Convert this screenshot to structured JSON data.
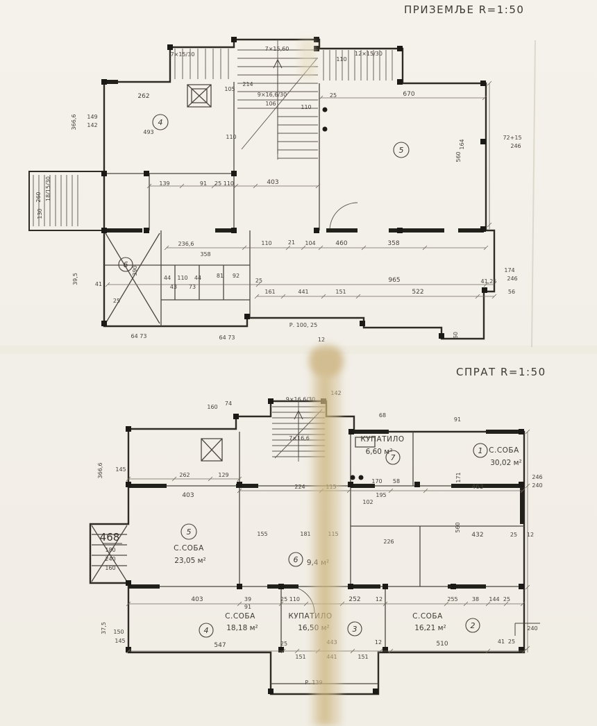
{
  "titles": {
    "ground": "ПРИЗЕМЉЕ  R=1:50",
    "upper": "СПРАТ  R=1:50"
  },
  "ground": {
    "rooms": [
      {
        "num": "4"
      },
      {
        "num": "5"
      },
      {
        "num": "6"
      }
    ],
    "dims": [
      "7×15/30",
      "7×15,60",
      "12×15/30",
      "110",
      "262",
      "105",
      "214",
      "9×16,6/30",
      "106",
      "110",
      "25",
      "670",
      "149",
      "142",
      "366,6",
      "493",
      "110",
      "164",
      "560",
      "72+15",
      "246",
      "139",
      "91",
      "25 110",
      "403",
      "18/15/30",
      "260",
      "130",
      "236,6",
      "358",
      "110",
      "21",
      "104",
      "460",
      "358",
      "174",
      "246",
      "390",
      "44",
      "110",
      "44",
      "81",
      "92",
      "43",
      "73",
      "25",
      "965",
      "41,25",
      "161",
      "441",
      "151",
      "522",
      "56",
      "64 73",
      "64 73",
      "Р. 100, 25",
      "12",
      "60",
      "39,5",
      "41",
      "25"
    ]
  },
  "upper": {
    "rooms": [
      {
        "num": "1",
        "label": "С.СОБА",
        "area": "30,02 м²"
      },
      {
        "num": "2",
        "label": "С.СОБА",
        "area": "16,21 м²"
      },
      {
        "num": "3",
        "label": "КУПАТИЛО",
        "area": "16,50 м²"
      },
      {
        "num": "4",
        "label": "С.СОБА",
        "area": "18,18 м²"
      },
      {
        "num": "5",
        "label": "С.СОБА",
        "area": "23,05 м²"
      },
      {
        "num": "6",
        "label": "",
        "area": "9,4 м²"
      },
      {
        "num": "7",
        "label": "КУПАТИЛО",
        "area": "6,60 м²"
      }
    ],
    "dims": [
      "160",
      "74",
      "9×16,6/30",
      "142",
      "91",
      "68",
      "145",
      "366,6",
      "262",
      "129",
      "403",
      "224",
      "115",
      "170",
      "58",
      "195",
      "102",
      "463",
      "246",
      "240",
      "7×16,6",
      "171",
      "560",
      "432",
      "25",
      "12",
      "226",
      "155",
      "181",
      "115",
      "468",
      "180",
      "240",
      "160",
      "403",
      "39",
      "91",
      "25 110",
      "252",
      "12",
      "255",
      "38",
      "144",
      "25",
      "240",
      "41",
      "25",
      "547",
      "25",
      "443",
      "151",
      "441",
      "151",
      "12",
      "510",
      "150",
      "145",
      "37,5",
      "Р. 139"
    ]
  }
}
